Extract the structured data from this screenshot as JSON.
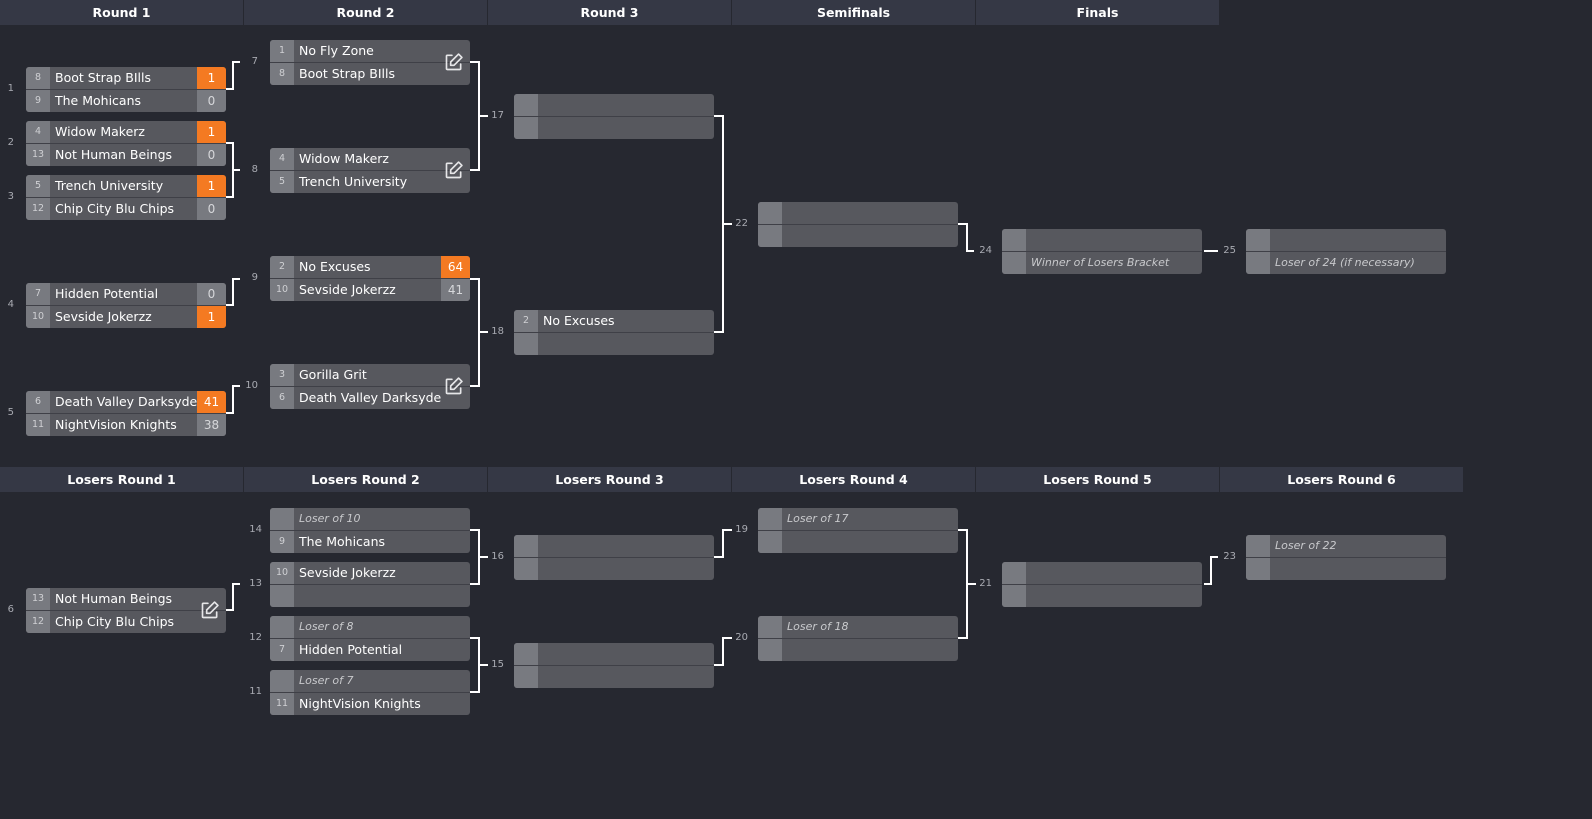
{
  "headers": {
    "winners": [
      "Round 1",
      "Round 2",
      "Round 3",
      "Semifinals",
      "Finals"
    ],
    "losers": [
      "Losers Round 1",
      "Losers Round 2",
      "Losers Round 3",
      "Losers Round 4",
      "Losers Round 5",
      "Losers Round 6"
    ]
  },
  "matches": {
    "m1": {
      "num": "1",
      "top": {
        "seed": "8",
        "name": "Boot Strap BIlls",
        "score": "1"
      },
      "bot": {
        "seed": "9",
        "name": "The Mohicans",
        "score": "0"
      }
    },
    "m2": {
      "num": "2",
      "top": {
        "seed": "4",
        "name": "Widow Makerz",
        "score": "1"
      },
      "bot": {
        "seed": "13",
        "name": "Not Human Beings",
        "score": "0"
      }
    },
    "m3": {
      "num": "3",
      "top": {
        "seed": "5",
        "name": "Trench University",
        "score": "1"
      },
      "bot": {
        "seed": "12",
        "name": "Chip City Blu Chips",
        "score": "0"
      }
    },
    "m4": {
      "num": "4",
      "top": {
        "seed": "7",
        "name": "Hidden Potential",
        "score": "0"
      },
      "bot": {
        "seed": "10",
        "name": "Sevside Jokerzz",
        "score": "1"
      }
    },
    "m5": {
      "num": "5",
      "top": {
        "seed": "6",
        "name": "Death Valley Darksyde",
        "score": "41"
      },
      "bot": {
        "seed": "11",
        "name": "NightVision Knights",
        "score": "38"
      }
    },
    "m7": {
      "num": "7",
      "top": {
        "seed": "1",
        "name": "No Fly Zone"
      },
      "bot": {
        "seed": "8",
        "name": "Boot Strap BIlls"
      }
    },
    "m8": {
      "num": "8",
      "top": {
        "seed": "4",
        "name": "Widow Makerz"
      },
      "bot": {
        "seed": "5",
        "name": "Trench University"
      }
    },
    "m9": {
      "num": "9",
      "top": {
        "seed": "2",
        "name": "No Excuses",
        "score": "64"
      },
      "bot": {
        "seed": "10",
        "name": "Sevside Jokerzz",
        "score": "41"
      }
    },
    "m10": {
      "num": "10",
      "top": {
        "seed": "3",
        "name": "Gorilla Grit"
      },
      "bot": {
        "seed": "6",
        "name": "Death Valley Darksyde"
      }
    },
    "m17": {
      "num": "17",
      "top": {
        "seed": "",
        "name": ""
      },
      "bot": {
        "seed": "",
        "name": ""
      }
    },
    "m18": {
      "num": "18",
      "top": {
        "seed": "2",
        "name": "No Excuses"
      },
      "bot": {
        "seed": "",
        "name": ""
      }
    },
    "m22": {
      "num": "22",
      "top": {
        "seed": "",
        "name": ""
      },
      "bot": {
        "seed": "",
        "name": ""
      }
    },
    "m24": {
      "num": "24",
      "top": {
        "seed": "",
        "name": ""
      },
      "bot": {
        "seed": "",
        "name": "Winner of Losers Bracket"
      }
    },
    "m25": {
      "num": "25",
      "top": {
        "seed": "",
        "name": ""
      },
      "bot": {
        "seed": "",
        "name": "Loser of 24 (if necessary)"
      }
    },
    "m6": {
      "num": "6",
      "top": {
        "seed": "13",
        "name": "Not Human Beings"
      },
      "bot": {
        "seed": "12",
        "name": "Chip City Blu Chips"
      }
    },
    "m14": {
      "num": "14",
      "top": {
        "seed": "",
        "name": "Loser of 10"
      },
      "bot": {
        "seed": "9",
        "name": "The Mohicans"
      }
    },
    "m13": {
      "num": "13",
      "top": {
        "seed": "10",
        "name": "Sevside Jokerzz"
      },
      "bot": {
        "seed": "",
        "name": ""
      }
    },
    "m12": {
      "num": "12",
      "top": {
        "seed": "",
        "name": "Loser of 8"
      },
      "bot": {
        "seed": "7",
        "name": "Hidden Potential"
      }
    },
    "m11": {
      "num": "11",
      "top": {
        "seed": "",
        "name": "Loser of 7"
      },
      "bot": {
        "seed": "11",
        "name": "NightVision Knights"
      }
    },
    "m16": {
      "num": "16",
      "top": {
        "seed": "",
        "name": ""
      },
      "bot": {
        "seed": "",
        "name": ""
      }
    },
    "m15": {
      "num": "15",
      "top": {
        "seed": "",
        "name": ""
      },
      "bot": {
        "seed": "",
        "name": ""
      }
    },
    "m19": {
      "num": "19",
      "top": {
        "seed": "",
        "name": "Loser of 17"
      },
      "bot": {
        "seed": "",
        "name": ""
      }
    },
    "m20": {
      "num": "20",
      "top": {
        "seed": "",
        "name": "Loser of 18"
      },
      "bot": {
        "seed": "",
        "name": ""
      }
    },
    "m21": {
      "num": "21",
      "top": {
        "seed": "",
        "name": ""
      },
      "bot": {
        "seed": "",
        "name": ""
      }
    },
    "m23": {
      "num": "23",
      "top": {
        "seed": "",
        "name": "Loser of 22"
      },
      "bot": {
        "seed": "",
        "name": ""
      }
    }
  },
  "colors": {
    "winner_score": "#f47a22",
    "match_bg": "#57585e",
    "page_bg": "#262830",
    "header_bg": "#353845"
  },
  "icons": {
    "edit": "edit-pencil-icon"
  }
}
